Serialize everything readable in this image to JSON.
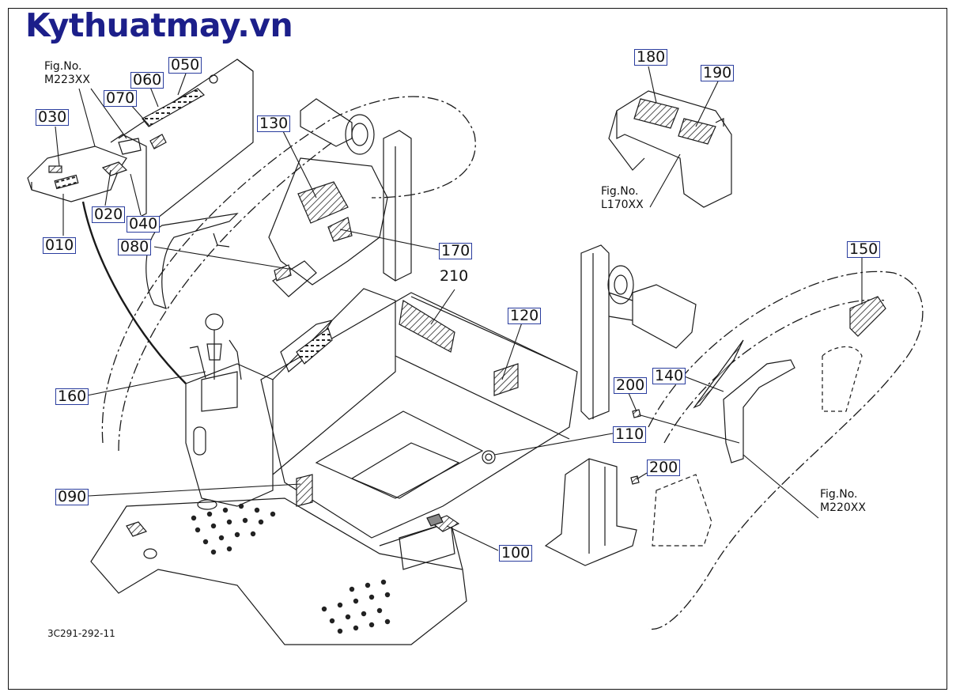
{
  "brand": "Kythuatmay.vn",
  "figure_code": "3C291-292-11",
  "fig_refs": {
    "m223": {
      "label": "Fig.No.",
      "code": "M223XX"
    },
    "l170": {
      "label": "Fig.No.",
      "code": "L170XX"
    },
    "m220": {
      "label": "Fig.No.",
      "code": "M220XX"
    }
  },
  "callouts": {
    "c010": "010",
    "c020": "020",
    "c030": "030",
    "c040": "040",
    "c050": "050",
    "c060": "060",
    "c070": "070",
    "c080": "080",
    "c090": "090",
    "c100": "100",
    "c110": "110",
    "c120": "120",
    "c130": "130",
    "c140": "140",
    "c150": "150",
    "c160": "160",
    "c170": "170",
    "c180": "180",
    "c190": "190",
    "c200a": "200",
    "c200b": "200",
    "c210": "210"
  },
  "colors": {
    "brand": "#1c1f8a",
    "callout_border": "#2a3d9e"
  }
}
